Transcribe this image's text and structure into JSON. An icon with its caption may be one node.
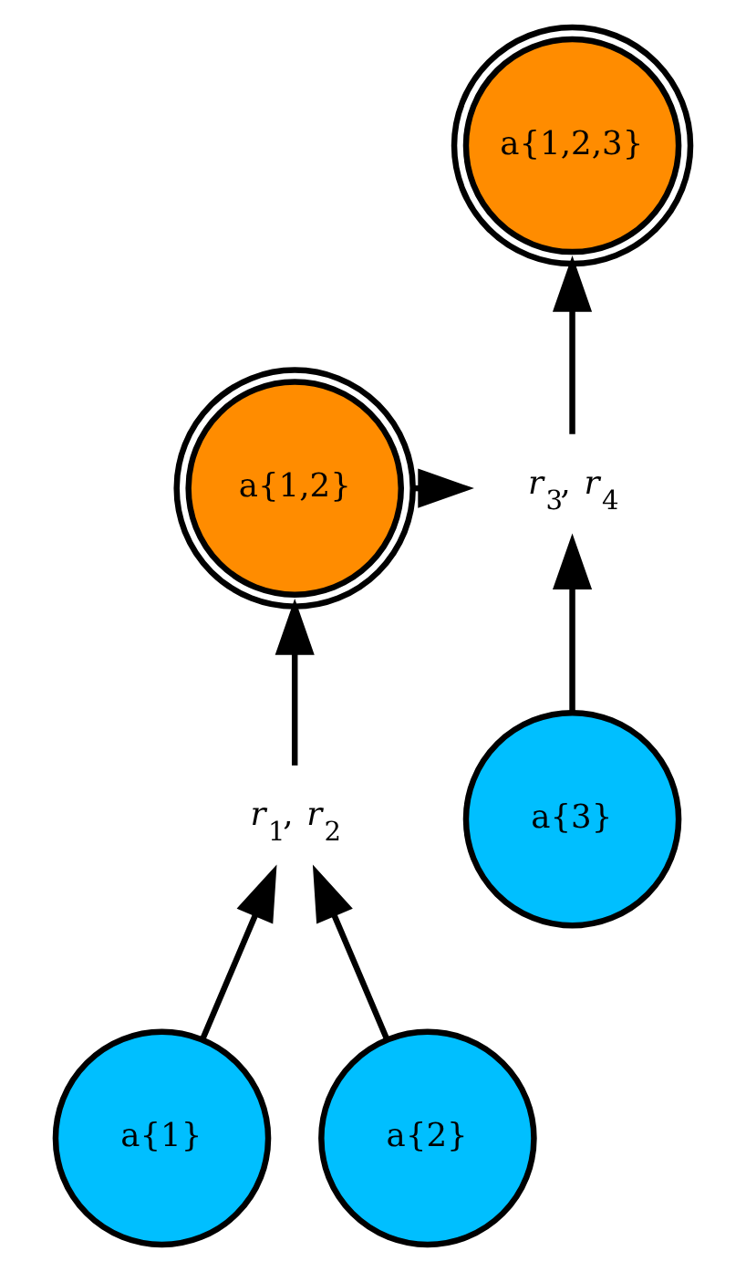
{
  "diagram": {
    "nodes": [
      {
        "text": [
          "a{1,2,3}"
        ]
      },
      {
        "text": [
          "a{1,2}"
        ]
      },
      {
        "text": [
          "*r*$_{3}$, *r*$_{4}$"
        ]
      },
      {
        "text": [
          "*r*$_{1}$, *r*$_{2}$"
        ]
      },
      {
        "text": [
          "a{1}"
        ]
      },
      {
        "text": [
          "a{2}"
        ]
      },
      {
        "text": [
          "a{3}"
        ]
      }
    ],
    "edges": [
      {
        "from": 4,
        "to": 3,
        "arrow": "to"
      },
      {
        "from": 5,
        "to": 3,
        "arrow": "to"
      },
      {
        "from": 3,
        "to": 1,
        "arrow": "to"
      },
      {
        "from": 1,
        "to": 2,
        "arrow": "to"
      },
      {
        "from": 6,
        "to": 2,
        "arrow": "to"
      },
      {
        "from": 2,
        "to": 0,
        "arrow": "to"
      }
    ]
  }
}
